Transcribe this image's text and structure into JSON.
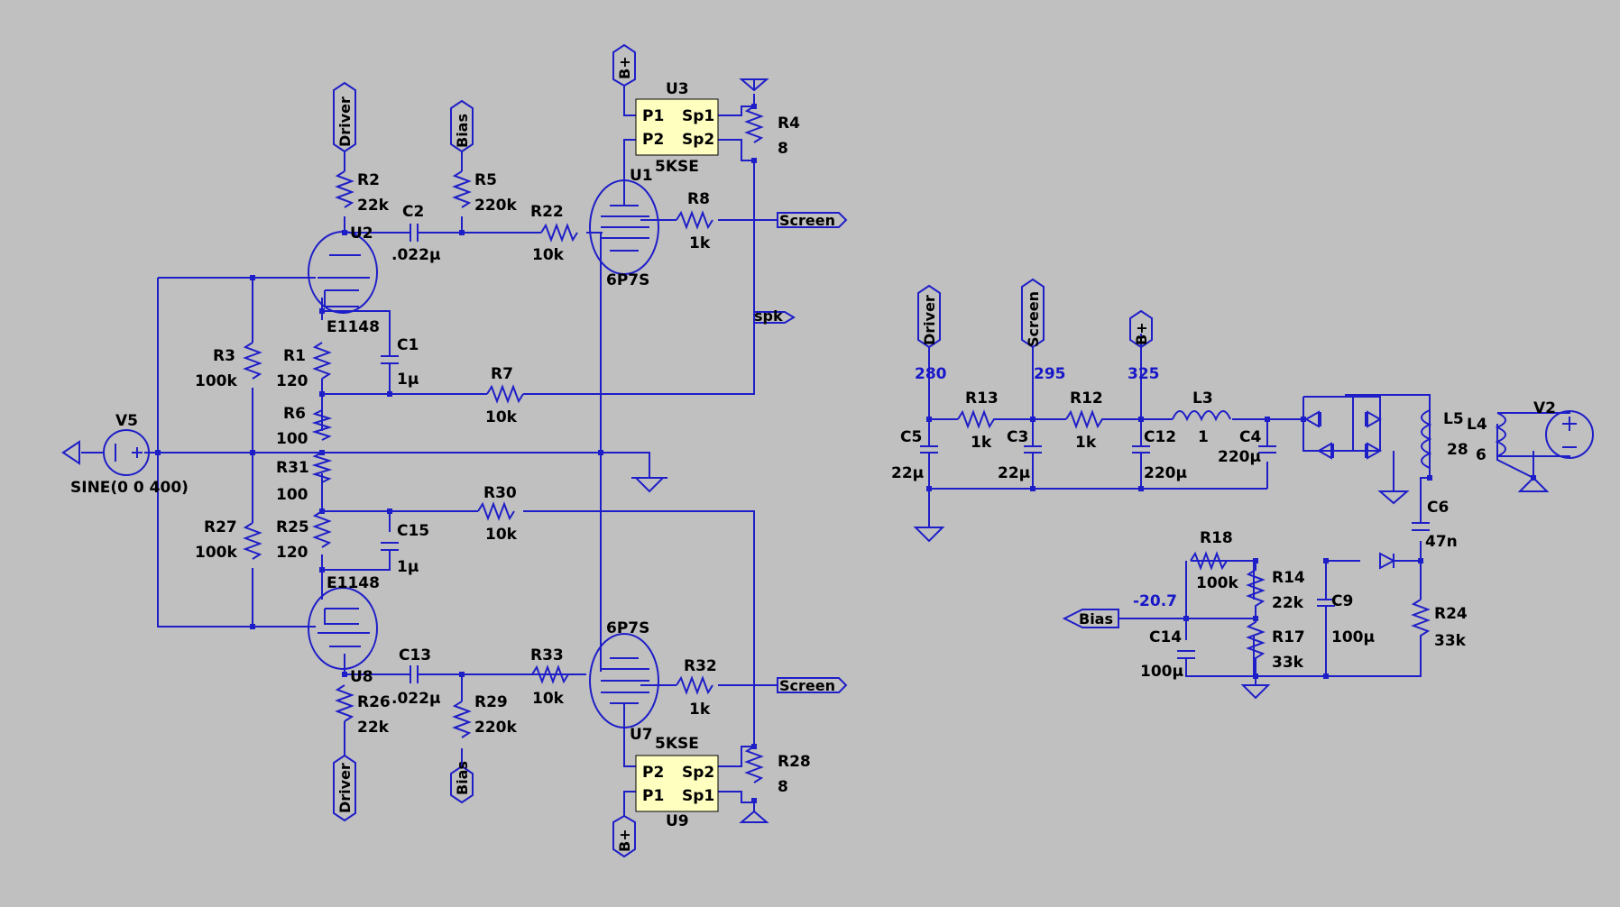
{
  "labels": {
    "R2": "R2",
    "R2v": "22k",
    "C2": "C2",
    "C2v": ".022µ",
    "R5": "R5",
    "R5v": "220k",
    "R22": "R22",
    "R22v": "10k",
    "U1": "U1",
    "U1t": "6P7S",
    "R8": "R8",
    "R8v": "1k",
    "U3": "U3",
    "U3t": "5KSE",
    "R4": "R4",
    "R4v": "8",
    "U2": "U2",
    "U2t": "E1148",
    "R1": "R1",
    "R1v": "120",
    "C1": "C1",
    "C1v": "1µ",
    "R7": "R7",
    "R7v": "10k",
    "R3": "R3",
    "R3v": "100k",
    "R6": "R6",
    "R6v": "100",
    "V5": "V5",
    "V5v": "SINE(0 0 400)",
    "R31": "R31",
    "R31v": "100",
    "R30": "R30",
    "R30v": "10k",
    "R27": "R27",
    "R27v": "100k",
    "R25": "R25",
    "R25v": "120",
    "C15": "C15",
    "C15v": "1µ",
    "U8": "U8",
    "U8t": "E1148",
    "C13": "C13",
    "C13v": ".022µ",
    "R26": "R26",
    "R26v": "22k",
    "R29": "R29",
    "R29v": "220k",
    "R33": "R33",
    "R33v": "10k",
    "U5t": "6P7S",
    "R32": "R32",
    "R32v": "1k",
    "U7": "U7",
    "U9t": "5KSE",
    "U9": "U9",
    "R28": "R28",
    "R28v": "8",
    "R13": "R13",
    "R13v": "1k",
    "R12": "R12",
    "R12v": "1k",
    "L3": "L3",
    "L3v": "1",
    "C5": "C5",
    "C5v": "22µ",
    "C3": "C3",
    "C3v": "22µ",
    "C12": "C12",
    "C12v": "220µ",
    "C4": "C4",
    "C4v": "220µ",
    "L5": "L5",
    "L5v": "28",
    "L4": "L4",
    "L4v": "6",
    "V2": "V2",
    "C6": "C6",
    "C6v": "47n",
    "R18": "R18",
    "R18v": "100k",
    "R14": "R14",
    "R14v": "22k",
    "R17": "R17",
    "R17v": "33k",
    "C9": "C9",
    "C9v": "100µ",
    "R24": "R24",
    "R24v": "33k",
    "C14": "C14",
    "C14v": "100µ",
    "pinP1": "P1",
    "pinP2": "P2",
    "pinSp1": "Sp1",
    "pinSp2": "Sp2"
  },
  "net_flags": {
    "driver": "Driver",
    "bias": "Bias",
    "bplus": "B+",
    "screen": "Screen",
    "spk": "spk"
  },
  "voltages": {
    "driver": "280",
    "screen": "295",
    "bplus": "325",
    "bias": "-20.7"
  },
  "colors": {
    "background": "#c0c0c0",
    "wire": "#1e1ec8",
    "voltage_text": "#1818c8",
    "ic_fill": "#ffffc0"
  }
}
